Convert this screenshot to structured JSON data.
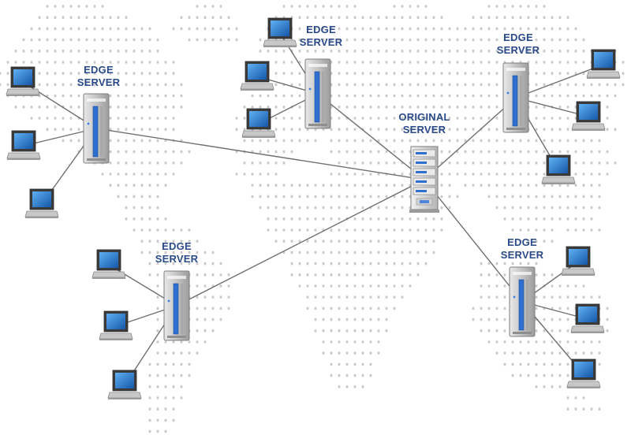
{
  "diagram": {
    "type": "network-topology",
    "colors": {
      "background": "#ffffff",
      "map_dots": "#c9c9c9",
      "link": "#6f6f6f",
      "label": "#2a4a8a",
      "screen": "#1f6fc4",
      "server_accent": "#2f6fd0"
    },
    "origin": {
      "id": "origin",
      "label_line1": "ORIGINAL",
      "label_line2": "SERVER",
      "icon": "rack-server-icon"
    },
    "edges": [
      {
        "id": "edge-west",
        "label_line1": "EDGE",
        "label_line2": "SERVER",
        "icon": "tower-server-icon",
        "client_count": 3
      },
      {
        "id": "edge-north",
        "label_line1": "EDGE",
        "label_line2": "SERVER",
        "icon": "tower-server-icon",
        "client_count": 3
      },
      {
        "id": "edge-northeast",
        "label_line1": "EDGE",
        "label_line2": "SERVER",
        "icon": "tower-server-icon",
        "client_count": 3
      },
      {
        "id": "edge-southwest",
        "label_line1": "EDGE",
        "label_line2": "SERVER",
        "icon": "tower-server-icon",
        "client_count": 3
      },
      {
        "id": "edge-southeast",
        "label_line1": "EDGE",
        "label_line2": "SERVER",
        "icon": "tower-server-icon",
        "client_count": 3
      }
    ],
    "client_icon": "laptop-icon",
    "connections": [
      [
        "origin",
        "edge-west"
      ],
      [
        "origin",
        "edge-north"
      ],
      [
        "origin",
        "edge-northeast"
      ],
      [
        "origin",
        "edge-southwest"
      ],
      [
        "origin",
        "edge-southeast"
      ]
    ]
  }
}
